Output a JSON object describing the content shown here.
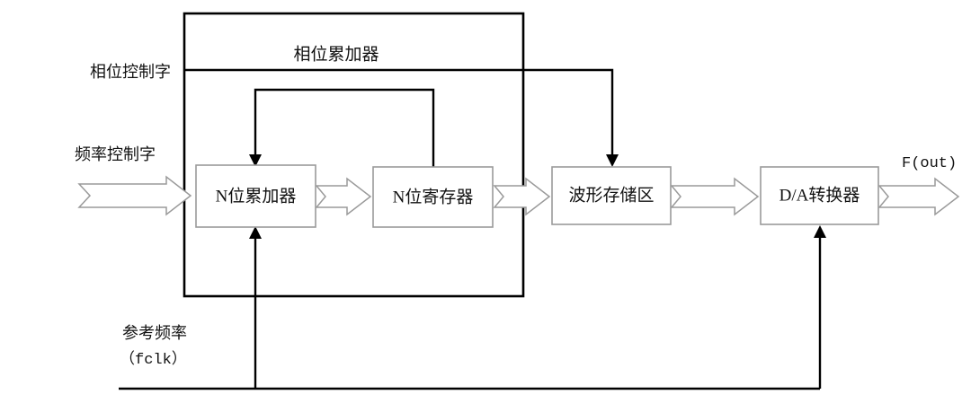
{
  "diagram": {
    "title_block": "相位累加器",
    "colors": {
      "background": "#ffffff",
      "outer_border": "#000000",
      "block_border": "#9a9a9a",
      "signal_line": "#000000",
      "text": "#111111"
    },
    "blocks": [
      {
        "id": "accumulator",
        "label": "N位累加器"
      },
      {
        "id": "register",
        "label": "N位寄存器"
      },
      {
        "id": "waveform-rom",
        "label": "波形存储区"
      },
      {
        "id": "dac",
        "label": "D/A转换器"
      }
    ],
    "labels": {
      "phase_control_word": "相位控制字",
      "frequency_control_word": "频率控制字",
      "reference_freq_line1": "参考频率",
      "reference_freq_line2": "（fclk）",
      "output": "F(out)"
    },
    "signals": [
      {
        "name": "frequency-control-word-input",
        "from": "external-left",
        "to": "accumulator"
      },
      {
        "name": "phase-control-word-input",
        "from": "external-left",
        "to": "waveform-rom"
      },
      {
        "name": "accumulator-to-register",
        "from": "accumulator",
        "to": "register"
      },
      {
        "name": "register-feedback-to-accumulator",
        "from": "register",
        "to": "accumulator"
      },
      {
        "name": "register-to-waveform-rom",
        "from": "register",
        "to": "waveform-rom"
      },
      {
        "name": "waveform-rom-to-dac",
        "from": "waveform-rom",
        "to": "dac"
      },
      {
        "name": "dac-output",
        "from": "dac",
        "to": "external-right"
      },
      {
        "name": "reference-clock-to-accumulator",
        "from": "clock-bus",
        "to": "accumulator"
      },
      {
        "name": "reference-clock-to-dac",
        "from": "clock-bus",
        "to": "dac"
      }
    ]
  }
}
